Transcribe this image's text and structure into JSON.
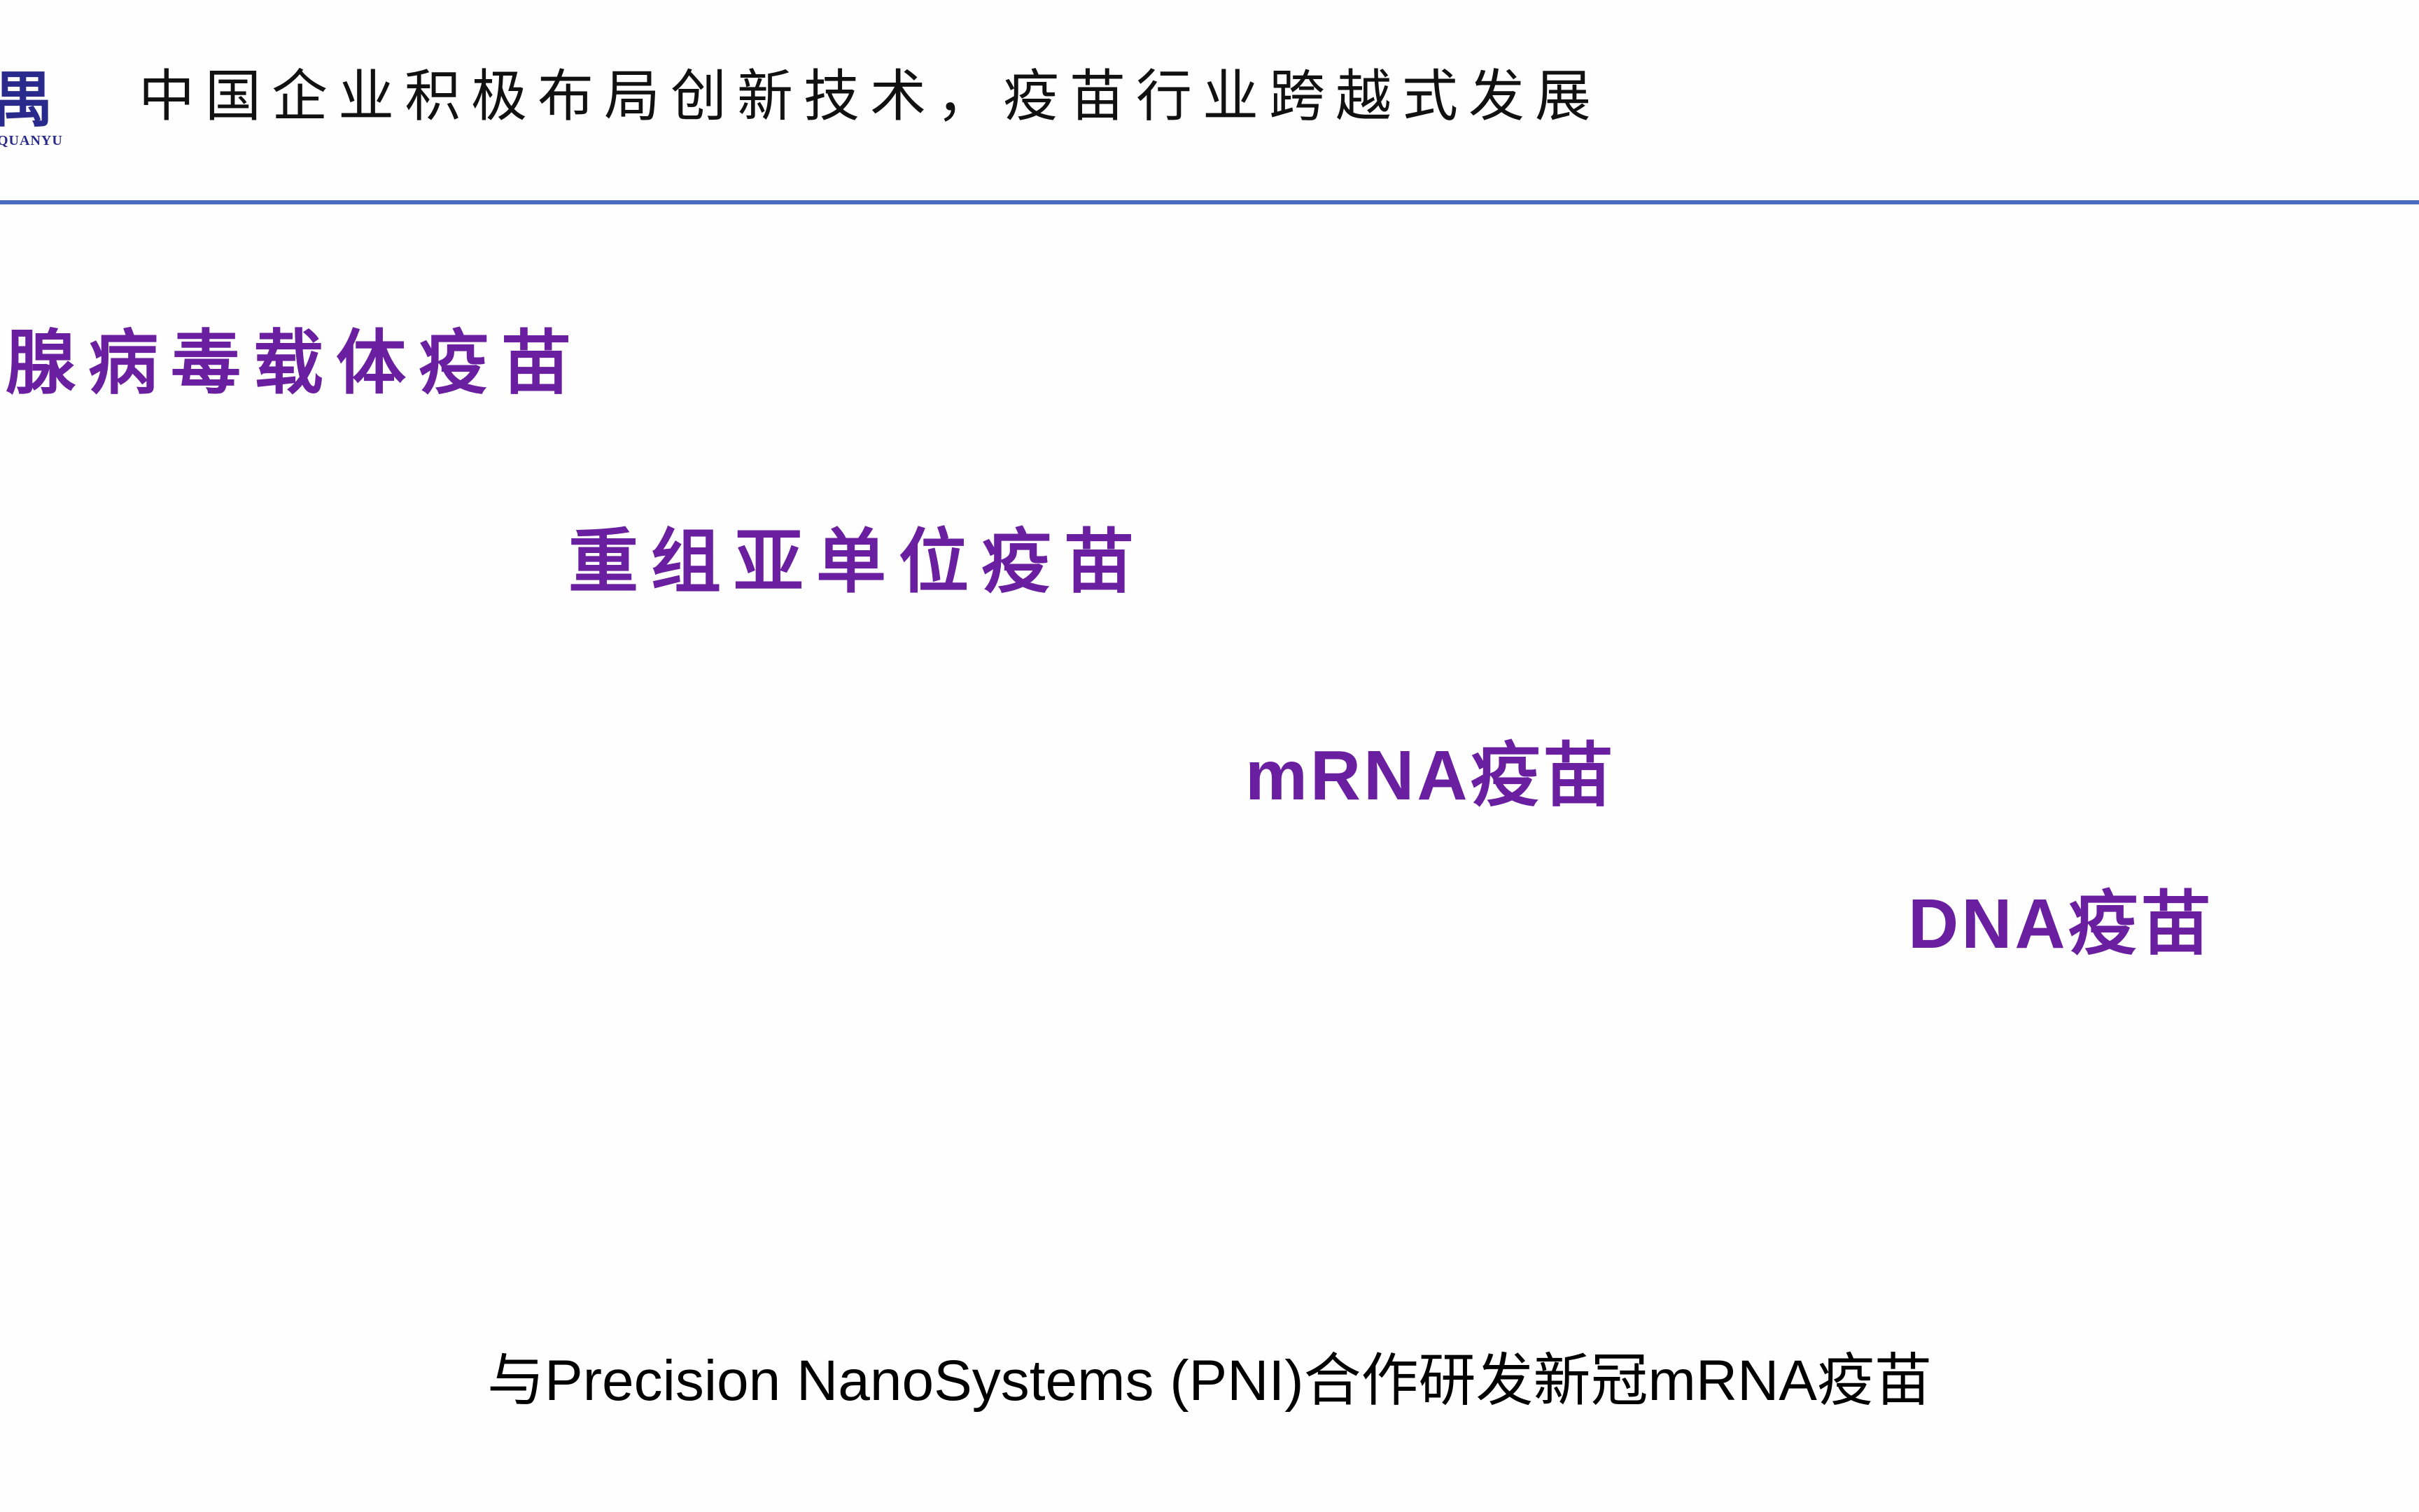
{
  "logo": {
    "char": "禺",
    "subtitle": "QUANYU"
  },
  "header": {
    "title": "中国企业积极布局创新技术，疫苗行业跨越式发展"
  },
  "accent_colors": {
    "item_text": "#6a1fa0",
    "rule": "#4a6cc0",
    "logo": "#2a2a8c"
  },
  "items": [
    {
      "label": "腺病毒载体疫苗"
    },
    {
      "label": "重组亚单位疫苗"
    },
    {
      "label": "mRNA疫苗"
    },
    {
      "label": "DNA疫苗"
    }
  ],
  "caption": "与Precision NanoSystems (PNI)合作研发新冠mRNA疫苗"
}
